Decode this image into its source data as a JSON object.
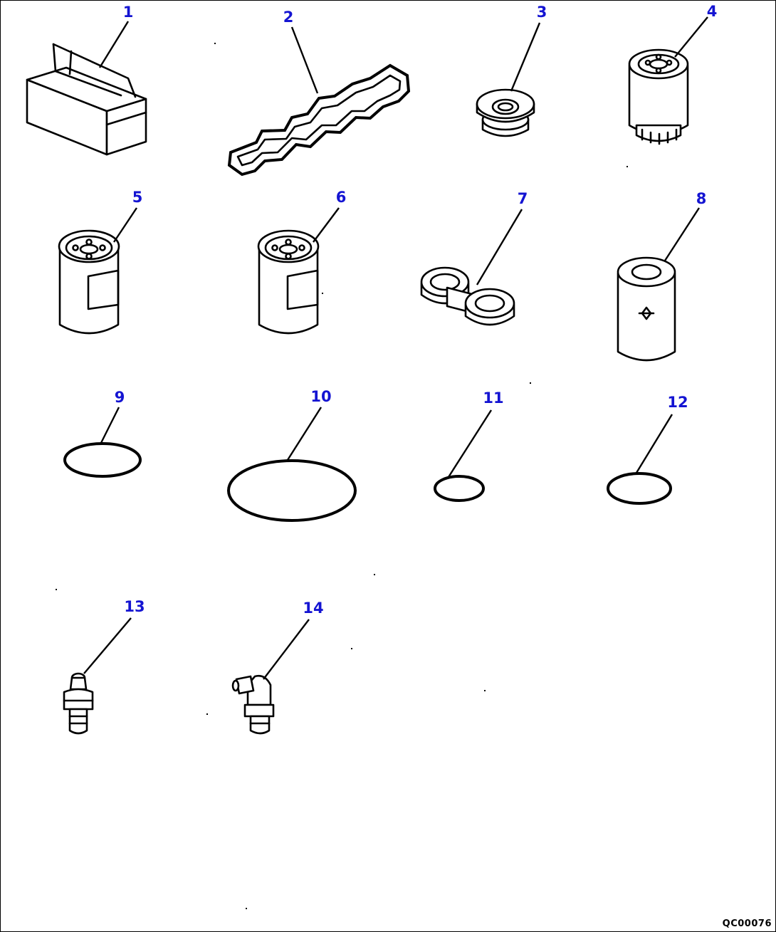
{
  "diagram": {
    "drawing_id": "QC00076",
    "parts": [
      {
        "number": "1",
        "icon": "box-icon"
      },
      {
        "number": "2",
        "icon": "gasket-icon"
      },
      {
        "number": "3",
        "icon": "plug-icon"
      },
      {
        "number": "4",
        "icon": "oil-filter-icon"
      },
      {
        "number": "5",
        "icon": "filter-cartridge-icon"
      },
      {
        "number": "6",
        "icon": "filter-cartridge-icon"
      },
      {
        "number": "7",
        "icon": "bracket-icon"
      },
      {
        "number": "8",
        "icon": "filter-element-icon"
      },
      {
        "number": "9",
        "icon": "o-ring-icon"
      },
      {
        "number": "10",
        "icon": "o-ring-icon"
      },
      {
        "number": "11",
        "icon": "o-ring-icon"
      },
      {
        "number": "12",
        "icon": "o-ring-icon"
      },
      {
        "number": "13",
        "icon": "grease-fitting-icon"
      },
      {
        "number": "14",
        "icon": "angled-grease-fitting-icon"
      }
    ],
    "colors": {
      "label": "#1414d2",
      "line": "#000000"
    }
  }
}
